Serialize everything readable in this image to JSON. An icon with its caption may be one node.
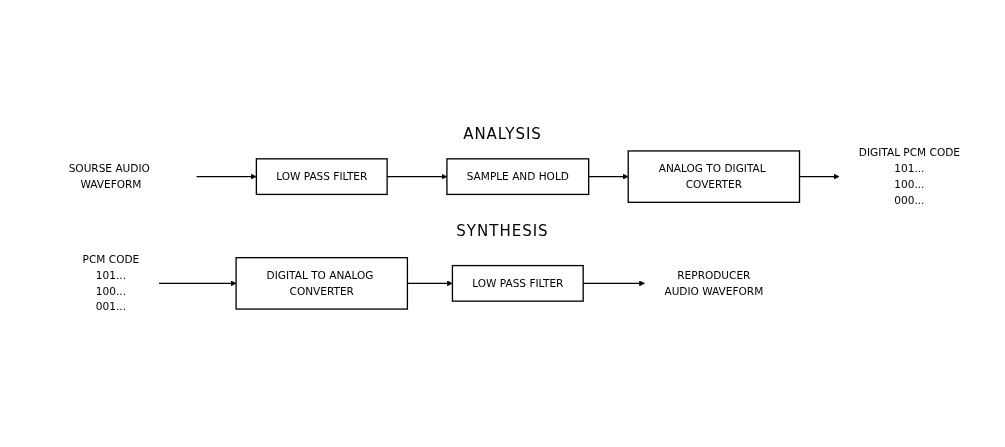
{
  "diagram": {
    "nodes": [
      {
        "text": [
          "SOURSE AUDIO WAVEFORM"
        ]
      },
      {
        "text": [
          "LOW PASS FILTER"
        ]
      },
      {
        "text": [
          "SAMPLE AND HOLD"
        ]
      },
      {
        "text": [
          "ANALOG TO DIGITAL COVERTER"
        ]
      },
      {
        "text": [
          "DIGITAL PCM CODE",
          "101...",
          "100...",
          "000..."
        ]
      },
      {
        "text": [
          "PCM CODE",
          "101...",
          "100...",
          "001..."
        ]
      },
      {
        "text": [
          "DIGITAL TO ANALOG CONVERTER"
        ]
      },
      {
        "text": [
          "LOW PASS FILTER"
        ]
      },
      {
        "text": [
          "REPRODUCER",
          "AUDIO WAVEFORM"
        ]
      }
    ],
    "edges": [
      {
        "from": 0,
        "to": 1,
        "arrow": "to"
      },
      {
        "from": 1,
        "to": 2,
        "arrow": "to"
      },
      {
        "from": 2,
        "to": 3,
        "arrow": "to"
      },
      {
        "from": 3,
        "to": 4,
        "arrow": "to"
      },
      {
        "from": 5,
        "to": 6,
        "arrow": "to"
      },
      {
        "from": 6,
        "to": 7,
        "arrow": "to"
      },
      {
        "from": 7,
        "to": 8,
        "arrow": "to"
      }
    ],
    "labels": [
      "ANALYSIS",
      "SYNTHESIS"
    ]
  }
}
